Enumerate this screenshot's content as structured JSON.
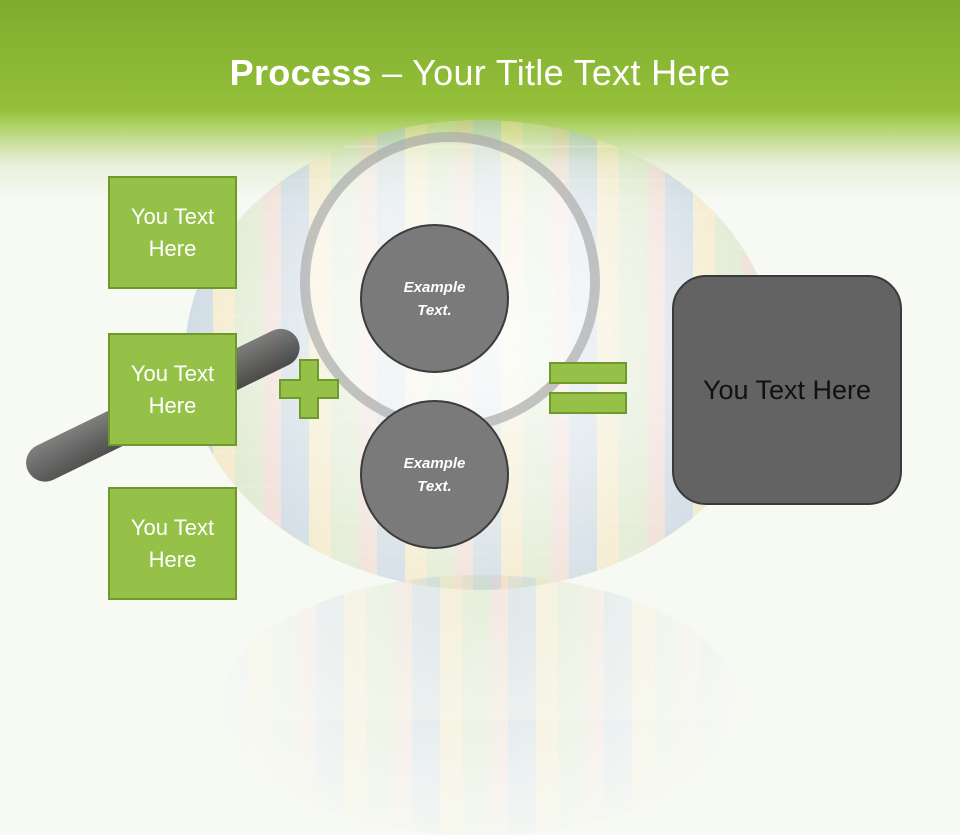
{
  "title": {
    "bold": "Process",
    "rest": " – Your Title Text Here"
  },
  "left_boxes": [
    {
      "label": "You Text Here"
    },
    {
      "label": "You Text Here"
    },
    {
      "label": "You Text Here"
    }
  ],
  "circles": [
    {
      "label": "Example Text."
    },
    {
      "label": "Example Text."
    }
  ],
  "result": {
    "label": "You Text Here"
  },
  "colors": {
    "header_green": "#95c13a",
    "box_green": "#95c148",
    "circle_gray": "#7a7a7a",
    "result_gray": "#636363"
  }
}
